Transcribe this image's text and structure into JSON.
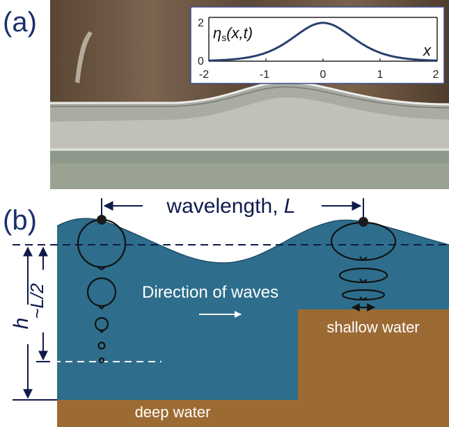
{
  "panel_a": {
    "label": "(a)",
    "inset": {
      "function_label_main": "η",
      "function_label_sub": "s",
      "function_label_args": "(x,t)",
      "x_axis_var": "x",
      "y_ticks": [
        "2",
        "0"
      ],
      "x_ticks": [
        "-2",
        "-1",
        "0",
        "1",
        "2"
      ],
      "curve_color": "#2a3f6e"
    }
  },
  "panel_b": {
    "label": "(b)",
    "wavelength_label": "wavelength, ",
    "wavelength_var": "L",
    "direction_label": "Direction of waves",
    "shallow_label": "shallow water",
    "deep_label": "deep water",
    "depth_label": "h",
    "half_wavelength_label": "~L/2",
    "colors": {
      "water": "#2e6e8c",
      "sand": "#9c6b33",
      "ink": "#0f1a4a"
    }
  }
}
